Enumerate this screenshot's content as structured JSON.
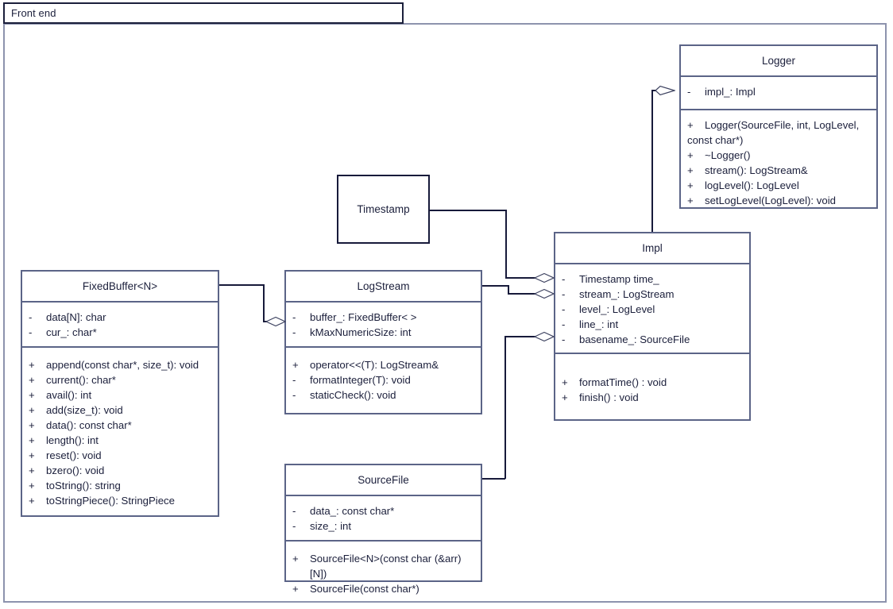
{
  "window": {
    "tab_label": "Front end"
  },
  "theme": {
    "frame_border": "#8d93ad",
    "tab_border": "#1b1f3b",
    "class_border": "#5b6487",
    "plain_border": "#171a3a",
    "connector": "#171a3a",
    "text": "#1b1f3b",
    "background": "#ffffff"
  },
  "diagram": {
    "type": "uml-class-diagram",
    "classes": [
      {
        "id": "logger",
        "name": "Logger",
        "attributes": [
          {
            "visibility": "-",
            "signature": "impl_: Impl"
          }
        ],
        "operations": [
          {
            "visibility": "+",
            "signature": "Logger(SourceFile, int, LogLevel,"
          },
          {
            "visibility": "",
            "signature": "const char*)"
          },
          {
            "visibility": "+",
            "signature": "~Logger()"
          },
          {
            "visibility": "+",
            "signature": "stream(): LogStream&"
          },
          {
            "visibility": "+",
            "signature": "logLevel(): LogLevel"
          },
          {
            "visibility": "+",
            "signature": "setLogLevel(LogLevel): void"
          }
        ]
      },
      {
        "id": "impl",
        "name": "Impl",
        "attributes": [
          {
            "visibility": "-",
            "signature": "Timestamp time_"
          },
          {
            "visibility": "-",
            "signature": "stream_: LogStream"
          },
          {
            "visibility": "-",
            "signature": "level_: LogLevel"
          },
          {
            "visibility": "-",
            "signature": "line_: int"
          },
          {
            "visibility": "-",
            "signature": "basename_: SourceFile"
          }
        ],
        "operations": [
          {
            "visibility": "+",
            "signature": "formatTime() : void"
          },
          {
            "visibility": "+",
            "signature": "finish() : void"
          }
        ]
      },
      {
        "id": "timestamp",
        "name": "Timestamp",
        "attributes": [],
        "operations": []
      },
      {
        "id": "fixedbuffer",
        "name": "FixedBuffer<N>",
        "attributes": [
          {
            "visibility": "-",
            "signature": "data[N]: char"
          },
          {
            "visibility": "-",
            "signature": "cur_: char*"
          }
        ],
        "operations": [
          {
            "visibility": "+",
            "signature": "append(const char*, size_t): void"
          },
          {
            "visibility": "+",
            "signature": "current(): char*"
          },
          {
            "visibility": "+",
            "signature": "avail(): int"
          },
          {
            "visibility": "+",
            "signature": "add(size_t): void"
          },
          {
            "visibility": "+",
            "signature": "data(): const char*"
          },
          {
            "visibility": "+",
            "signature": "length(): int"
          },
          {
            "visibility": "+",
            "signature": "reset(): void"
          },
          {
            "visibility": "+",
            "signature": "bzero(): void"
          },
          {
            "visibility": "+",
            "signature": "toString(): string"
          },
          {
            "visibility": "+",
            "signature": "toStringPiece(): StringPiece"
          }
        ]
      },
      {
        "id": "logstream",
        "name": "LogStream",
        "attributes": [
          {
            "visibility": "-",
            "signature": "buffer_: FixedBuffer< >"
          },
          {
            "visibility": "-",
            "signature": "kMaxNumericSize: int"
          }
        ],
        "operations": [
          {
            "visibility": "+",
            "signature": "operator<<(T): LogStream&"
          },
          {
            "visibility": "-",
            "signature": "formatInteger(T): void"
          },
          {
            "visibility": "-",
            "signature": "staticCheck(): void"
          }
        ]
      },
      {
        "id": "sourcefile",
        "name": "SourceFile",
        "attributes": [
          {
            "visibility": "-",
            "signature": "data_: const char*"
          },
          {
            "visibility": "-",
            "signature": "size_: int"
          }
        ],
        "operations": [
          {
            "visibility": "+",
            "signature": "SourceFile<N>(const char (&arr)[N])"
          },
          {
            "visibility": "+",
            "signature": "SourceFile(const char*)"
          }
        ]
      }
    ],
    "relationships": [
      {
        "kind": "aggregation",
        "from": "impl",
        "to": "logger",
        "target_member": "impl_: Impl"
      },
      {
        "kind": "aggregation",
        "from": "timestamp",
        "to": "impl",
        "target_member": "Timestamp time_"
      },
      {
        "kind": "aggregation",
        "from": "logstream",
        "to": "impl",
        "target_member": "stream_: LogStream"
      },
      {
        "kind": "aggregation",
        "from": "sourcefile",
        "to": "impl",
        "target_member": "basename_: SourceFile"
      },
      {
        "kind": "aggregation",
        "from": "fixedbuffer",
        "to": "logstream",
        "target_member": "buffer_: FixedBuffer< >"
      }
    ]
  }
}
